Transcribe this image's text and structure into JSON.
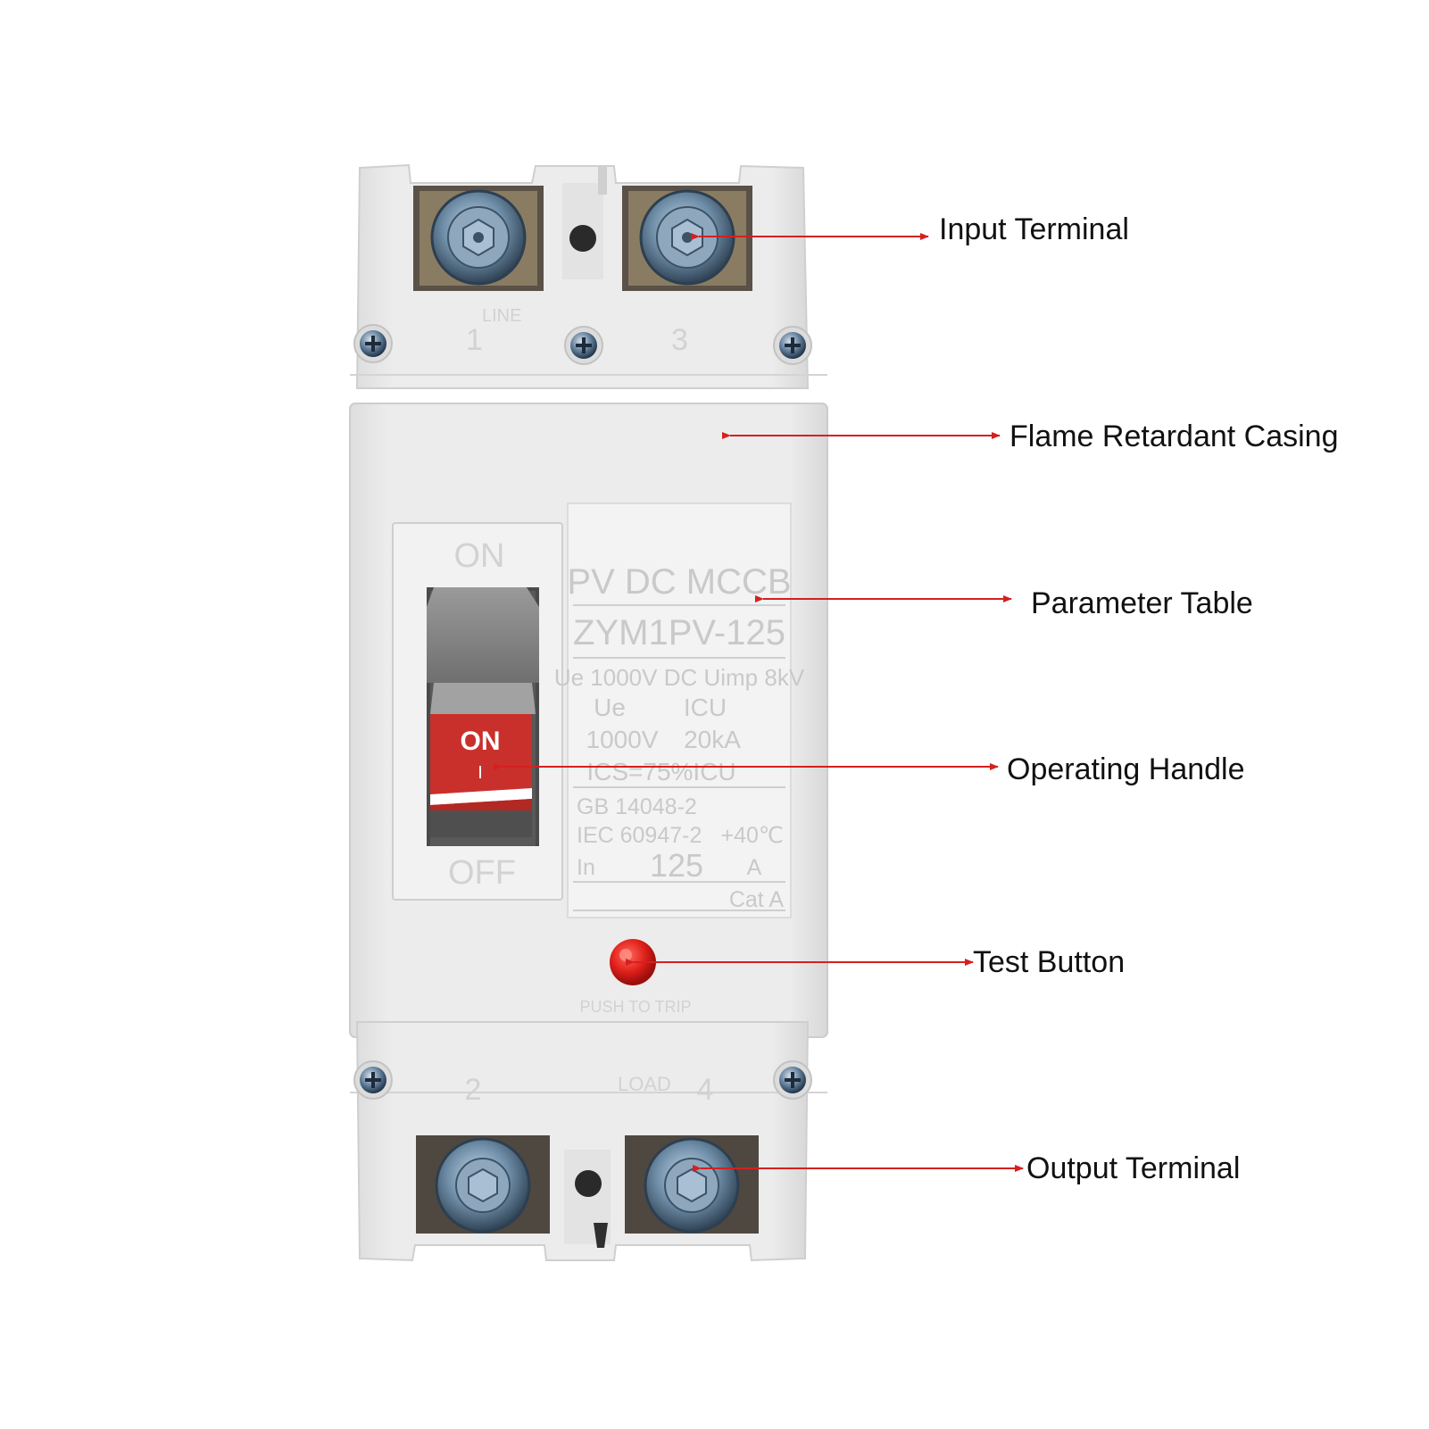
{
  "colors": {
    "background": "#ffffff",
    "casing": "#ebebeb",
    "arrow": "#d42020",
    "handle_red": "#c9302c",
    "handle_grey": "#7d7d7d",
    "label_text": "#111111"
  },
  "callouts": {
    "input_terminal": "Input Terminal",
    "flame_casing": "Flame Retardant Casing",
    "parameter_table": "Parameter Table",
    "operating_handle": "Operating Handle",
    "test_button": "Test Button",
    "output_terminal": "Output Terminal"
  },
  "breaker": {
    "top_marks": {
      "pole1": "1",
      "line": "LINE",
      "pole3": "3"
    },
    "bottom_marks": {
      "pole2": "2",
      "load": "LOAD",
      "pole4": "4"
    },
    "handle": {
      "on_label": "ON",
      "off_label": "OFF",
      "handle_on": "ON",
      "handle_i": "I"
    },
    "test_caption": "PUSH TO TRIP",
    "plate": {
      "title": "PV DC MCCB",
      "model": "ZYM1PV-125",
      "line1": "Ue 1000V DC Uimp 8kV",
      "line2_left": "Ue",
      "line2_right": "ICU",
      "line3_left": "1000V",
      "line3_right": "20kA",
      "line4": "ICS=75%ICU",
      "standard1": "GB 14048-2",
      "standard2": "IEC 60947-2",
      "temp": "+40℃",
      "in_label": "In",
      "in_value": "125",
      "in_unit": "A",
      "category": "Cat A"
    }
  }
}
